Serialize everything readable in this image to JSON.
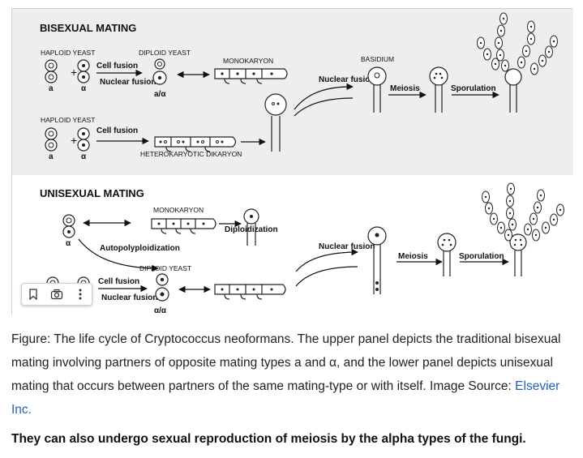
{
  "figure": {
    "bisexual": {
      "title": "BISEXUAL MATING",
      "haploid_1": "HAPLOID YEAST",
      "haploid_2": "HAPLOID YEAST",
      "diploid": "DIPLOID YEAST",
      "monokaryon": "MONOKARYON",
      "basidium": "BASIDIUM",
      "cell_fusion_1": "Cell fusion",
      "cell_fusion_2": "Cell fusion",
      "nuclear_fusion_1": "Nuclear fusion",
      "nuclear_fusion_2": "Nuclear fusion",
      "meiosis": "Meiosis",
      "sporulation": "Sporulation",
      "dikaryon": "HETEROKARYOTIC DIKARYON",
      "mt_a_1": "a",
      "mt_alpha_1": "α",
      "mt_a_2": "a",
      "mt_alpha_2": "α",
      "mt_diploid": "a/α"
    },
    "unisexual": {
      "title": "UNISEXUAL MATING",
      "monokaryon": "MONOKARYON",
      "diploidization": "Diploidization",
      "autopolyploidization": "Autopolyploidization",
      "diploid": "DIPLOID YEAST",
      "cell_fusion": "Cell fusion",
      "nuclear_fusion_1": "Nuclear fusion",
      "nuclear_fusion_2": "Nuclear fusion",
      "meiosis": "Meiosis",
      "sporulation": "Sporulation",
      "mt_alpha": "α",
      "mt_diploid": "α/α"
    }
  },
  "toolbar": {
    "bookmark_icon": "bookmark-icon",
    "camera_icon": "camera-icon",
    "more_icon": "more-options-icon"
  },
  "caption": {
    "text": "Figure: The life cycle of Cryptococcus neoformans. The upper panel depicts the traditional bisexual mating involving partners of opposite mating types a and α, and the lower panel depicts unisexual mating that occurs between partners of the same mating-type or with itself. Image Source: ",
    "source_link": "Elsevier Inc.",
    "bold_line": "They can also undergo sexual reproduction of meiosis by the alpha types of the fungi."
  }
}
